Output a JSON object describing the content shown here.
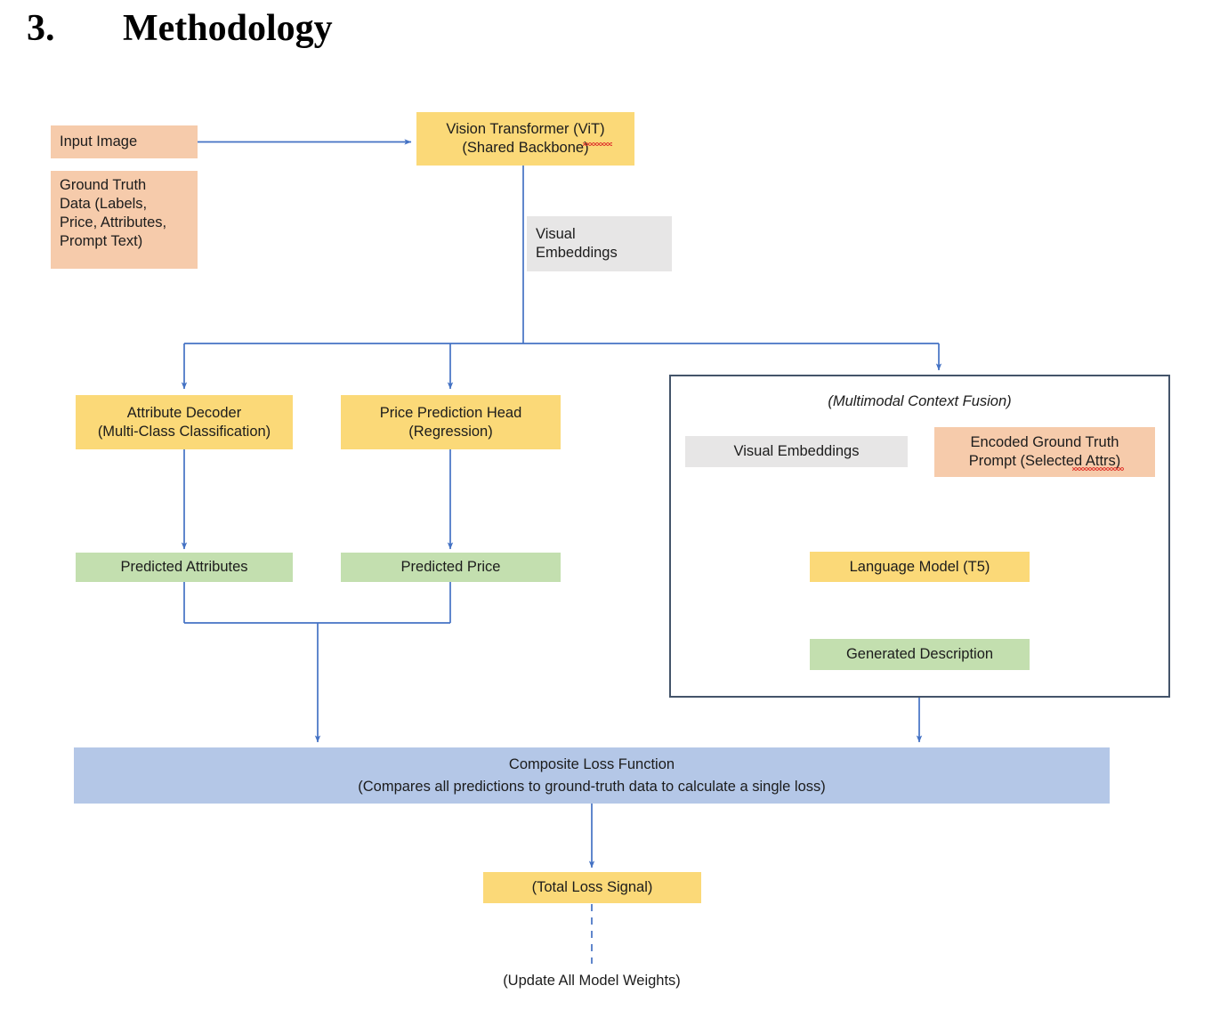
{
  "document": {
    "section_number": "3.",
    "section_title": "Methodology"
  },
  "diagram": {
    "type": "flowchart",
    "title": "Methodology",
    "nodes": {
      "input_image": "Input Image",
      "ground_truth_data": "Ground Truth\nData (Labels,\nPrice, Attributes,\nPrompt Text)",
      "vision_transformer": "Vision Transformer (ViT)\n(Shared Backbone)",
      "visual_embeddings_label": "Visual\nEmbeddings",
      "attribute_decoder": "Attribute Decoder\n(Multi-Class Classification)",
      "price_prediction_head": "Price Prediction Head\n(Regression)",
      "predicted_attributes": "Predicted Attributes",
      "predicted_price": "Predicted Price",
      "fusion_title": "(Multimodal Context Fusion)",
      "fusion_visual_embeddings": "Visual Embeddings",
      "encoded_prompt": "Encoded Ground Truth\nPrompt (Selected Attrs)",
      "language_model": "Language Model (T5)",
      "generated_description": "Generated Description",
      "composite_loss": "Composite Loss Function\n(Compares all predictions to ground-truth data to calculate a single loss)",
      "total_loss_signal": "(Total Loss Signal)",
      "update_weights": "(Update All Model Weights)"
    },
    "colors": {
      "peach": "#F6CBAB",
      "yellow": "#FBD978",
      "green": "#C3DFAF",
      "gray": "#E7E6E6",
      "blue": "#B4C7E7",
      "connector": "#4472C4",
      "container_border": "#44546A",
      "text": "#1C1C1C"
    },
    "edges": [
      {
        "from": "input_image",
        "to": "vision_transformer",
        "style": "solid-arrow"
      },
      {
        "from": "vision_transformer",
        "to": "attribute_decoder",
        "style": "solid-arrow",
        "label": "Visual Embeddings"
      },
      {
        "from": "vision_transformer",
        "to": "price_prediction_head",
        "style": "solid-arrow",
        "label": "Visual Embeddings"
      },
      {
        "from": "vision_transformer",
        "to": "fusion_container",
        "style": "solid-arrow",
        "label": "Visual Embeddings"
      },
      {
        "from": "attribute_decoder",
        "to": "predicted_attributes",
        "style": "solid-arrow"
      },
      {
        "from": "price_prediction_head",
        "to": "predicted_price",
        "style": "solid-arrow"
      },
      {
        "from": "predicted_attributes",
        "to": "composite_loss",
        "style": "solid-arrow"
      },
      {
        "from": "predicted_price",
        "to": "composite_loss",
        "style": "solid-arrow"
      },
      {
        "from": "fusion_visual_embeddings",
        "to": "language_model",
        "style": "solid-arrow"
      },
      {
        "from": "encoded_prompt",
        "to": "language_model",
        "style": "solid-arrow"
      },
      {
        "from": "language_model",
        "to": "generated_description",
        "style": "solid-arrow"
      },
      {
        "from": "fusion_container",
        "to": "composite_loss",
        "style": "solid-arrow"
      },
      {
        "from": "composite_loss",
        "to": "total_loss_signal",
        "style": "solid-arrow"
      },
      {
        "from": "total_loss_signal",
        "to": "update_weights",
        "style": "dashed"
      }
    ]
  }
}
